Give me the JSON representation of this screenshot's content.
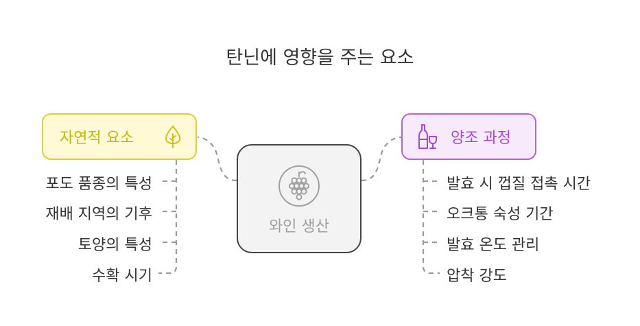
{
  "title": "탄닌에 영향을 주는 요소",
  "center": {
    "label": "와인 생산",
    "icon": "grapes-icon"
  },
  "left_branch": {
    "label": "자연적 요소",
    "icon": "tree-icon",
    "items": [
      "포도 품종의 특성",
      "재배 지역의 기후",
      "토양의 특성",
      "수확 시기"
    ]
  },
  "right_branch": {
    "label": "양조 과정",
    "icon": "wine-bottle-glass-icon",
    "items": [
      "발효 시 껍질 접촉 시간",
      "오크통 숙성 기간",
      "발효 온도 관리",
      "압착 강도"
    ]
  },
  "colors": {
    "left_fill": "#fff9d6",
    "left_stroke": "#e0cf2c",
    "left_text": "#c9b700",
    "right_fill": "#f7ebfb",
    "right_stroke": "#b362e0",
    "right_text": "#a845dc",
    "center_fill": "#f3f3f3",
    "center_stroke": "#444444",
    "center_text": "#a0a0a0",
    "connector": "#9a9a9a"
  }
}
